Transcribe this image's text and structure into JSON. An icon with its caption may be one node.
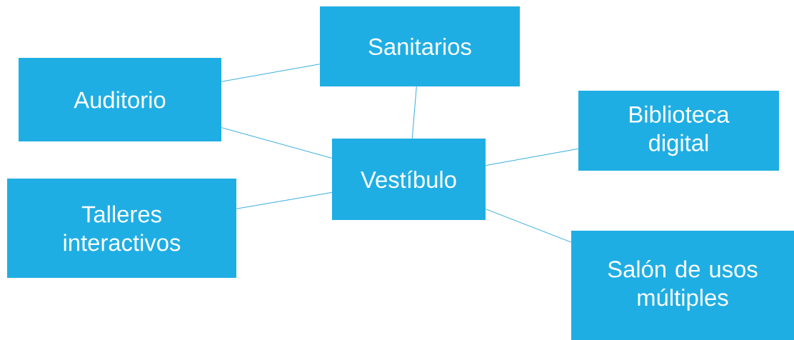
{
  "diagram": {
    "nodes": [
      {
        "text": [
          "Sanitarios"
        ]
      },
      {
        "text": [
          "Auditorio"
        ]
      },
      {
        "text": [
          "Vestíbulo"
        ]
      },
      {
        "text": [
          "Biblioteca digital"
        ]
      },
      {
        "text": [
          "Talleres interactivos"
        ]
      },
      {
        "text": [
          "Salón de usos múltiples"
        ]
      }
    ],
    "edges": [
      {
        "from": 1,
        "to": 0,
        "arrow": "none"
      },
      {
        "from": 1,
        "to": 2,
        "arrow": "none"
      },
      {
        "from": 0,
        "to": 2,
        "arrow": "none"
      },
      {
        "from": 2,
        "to": 3,
        "arrow": "none"
      },
      {
        "from": 2,
        "to": 4,
        "arrow": "none"
      },
      {
        "from": 2,
        "to": 5,
        "arrow": "none"
      }
    ]
  }
}
